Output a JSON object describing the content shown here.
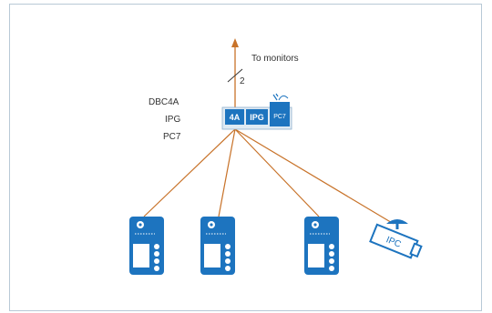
{
  "diagram": {
    "to_monitors_label": "To monitors",
    "bus_count": "2",
    "module_labels": [
      "DBC4A",
      "IPG",
      "PC7"
    ],
    "modules": [
      {
        "name": "dbc4a",
        "text": "4A"
      },
      {
        "name": "ipg",
        "text": "IPG"
      },
      {
        "name": "pc7",
        "text": "PC7"
      }
    ],
    "camera_text": "IPC",
    "colors": {
      "wire": "#c8732a",
      "device": "#1d74bf",
      "outline": "#b8c9d6"
    }
  }
}
